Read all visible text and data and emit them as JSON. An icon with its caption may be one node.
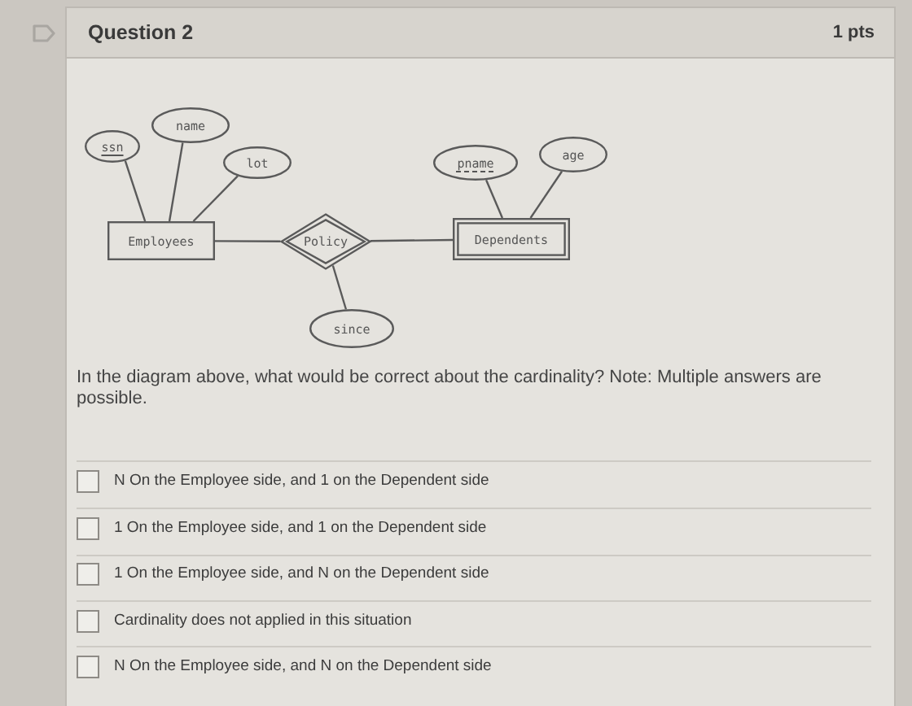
{
  "diagram": {
    "title": "Question 2",
    "nodes": [
      {
        "text": [
          "ssn"
        ]
      },
      {
        "text": [
          "name"
        ]
      },
      {
        "text": [
          "lot"
        ]
      },
      {
        "text": [
          "pname"
        ]
      },
      {
        "text": [
          "age"
        ]
      },
      {
        "text": [
          "Employees"
        ]
      },
      {
        "text": [
          "Policy"
        ]
      },
      {
        "text": [
          "Dependents"
        ]
      },
      {
        "text": [
          "since"
        ]
      }
    ],
    "edges": [
      {
        "from": 0,
        "to": 5,
        "arrow": "none"
      },
      {
        "from": 1,
        "to": 5,
        "arrow": "none"
      },
      {
        "from": 2,
        "to": 5,
        "arrow": "none"
      },
      {
        "from": 5,
        "to": 6,
        "arrow": "none"
      },
      {
        "from": 6,
        "to": 7,
        "arrow": "none"
      },
      {
        "from": 3,
        "to": 7,
        "arrow": "none"
      },
      {
        "from": 4,
        "to": 7,
        "arrow": "none"
      },
      {
        "from": 8,
        "to": 6,
        "arrow": "none"
      }
    ],
    "labels": [
      "1 pts",
      "In the diagram above, what would be correct about the cardinality? Note: Multiple answers are possible.",
      "N On the Employee side, and 1 on the Dependent side",
      "1 On the Employee side, and 1 on the Dependent side",
      "1 On the Employee side, and N on the Dependent side",
      "Cardinality does not applied in this situation",
      "N On the Employee side, and N on the Dependent side"
    ]
  }
}
